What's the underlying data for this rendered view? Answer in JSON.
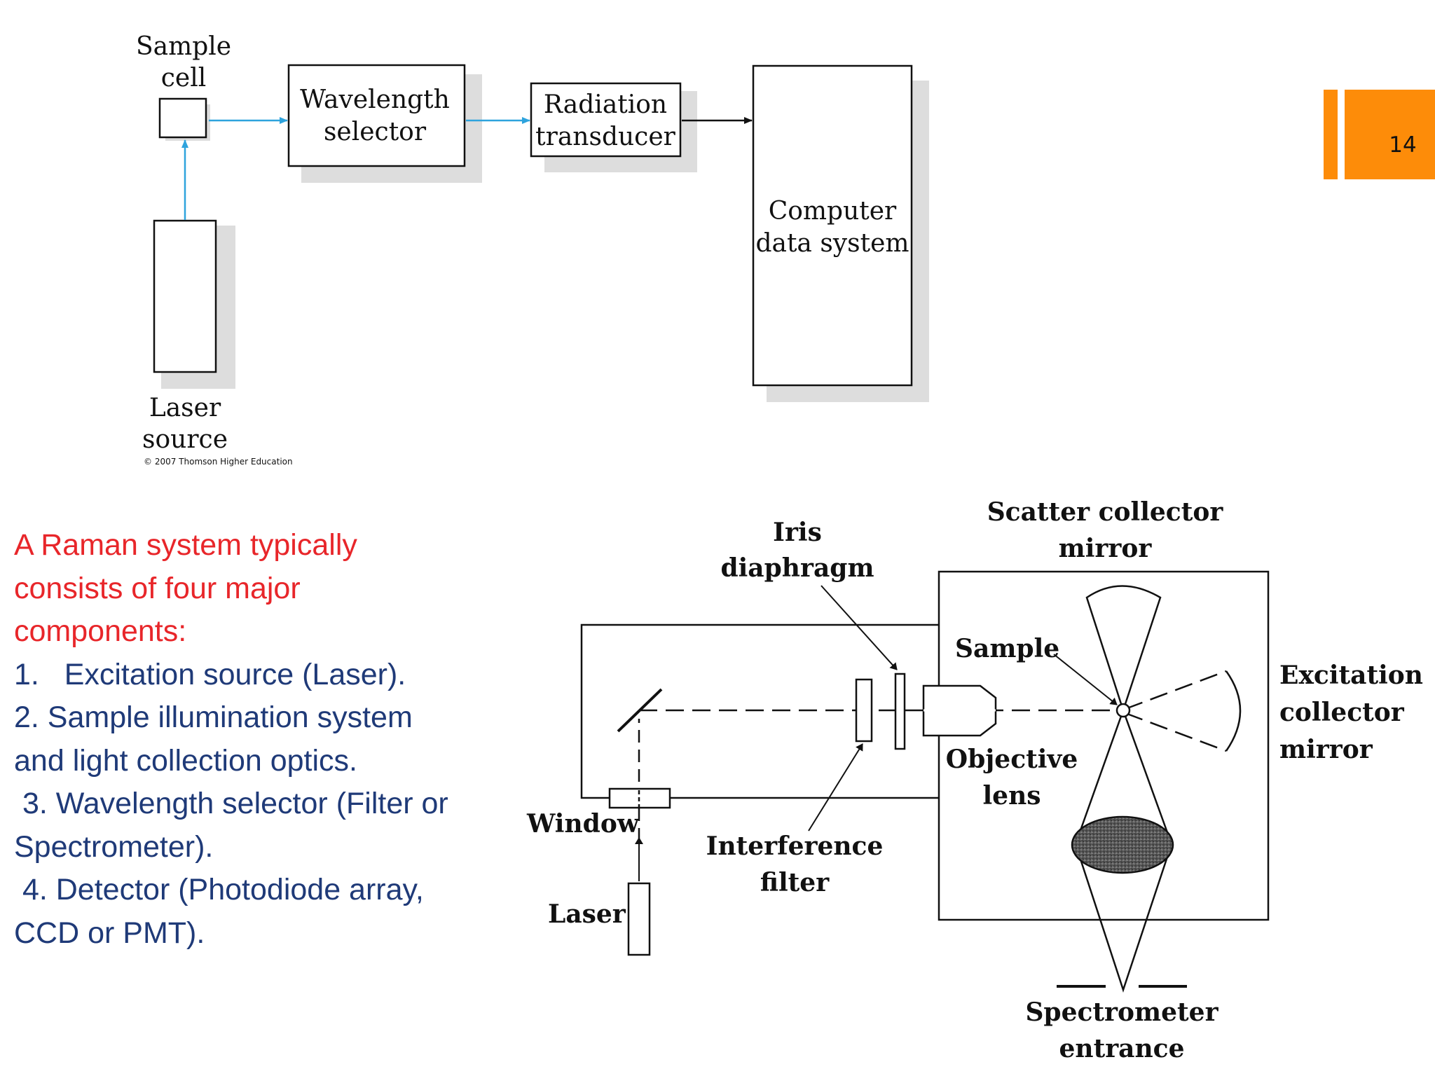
{
  "slide": {
    "number": "14",
    "accent_color": "#fd8c09"
  },
  "block_diagram": {
    "sample_cell": [
      "Sample",
      "cell"
    ],
    "laser_source": [
      "Laser",
      "source"
    ],
    "wavelength_selector": [
      "Wavelength",
      "selector"
    ],
    "radiation_transducer": [
      "Radiation",
      "transducer"
    ],
    "computer": [
      "Computer",
      "data system"
    ],
    "copyright": "© 2007 Thomson Higher Education",
    "beam_color": "#2ea3dd"
  },
  "optics_diagram": {
    "iris": [
      "Iris",
      "diaphragm"
    ],
    "scatter_mirror": [
      "Scatter collector",
      "mirror"
    ],
    "sample": "Sample",
    "excitation_mirror": [
      "Excitation",
      "collector",
      "mirror"
    ],
    "objective": [
      "Objective",
      "lens"
    ],
    "window": "Window",
    "interference_filter": [
      "Interference",
      "filter"
    ],
    "laser": "Laser",
    "spectrometer": [
      "Spectrometer",
      "entrance"
    ]
  },
  "text": {
    "intro": [
      "A Raman system typically",
      "consists of four major",
      "components:"
    ],
    "items": [
      "1.   Excitation source (Laser).",
      "2. Sample illumination system",
      "and light collection optics.",
      " 3. Wavelength selector (Filter or",
      "Spectrometer).",
      " 4. Detector (Photodiode array,",
      "CCD or PMT)."
    ],
    "intro_color": "#e8262a",
    "item_color": "#1f3a78"
  }
}
